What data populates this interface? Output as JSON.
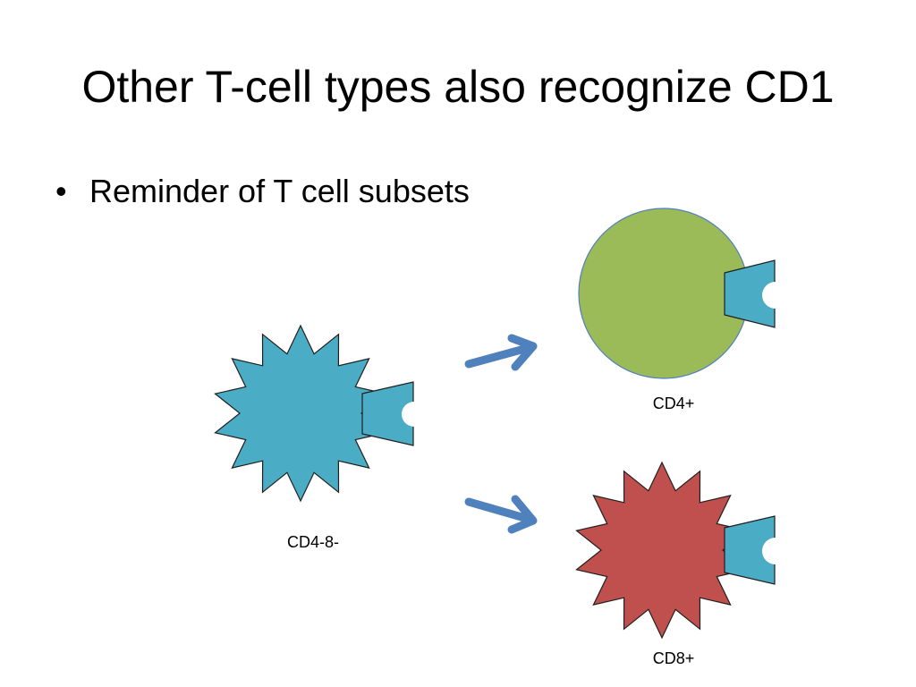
{
  "slide": {
    "title": "Other T-cell types also recognize CD1",
    "bullet_symbol": "•",
    "bullets": [
      "Reminder of T cell subsets"
    ]
  },
  "diagram": {
    "cells": [
      {
        "id": "cd4-8",
        "label": "CD4-8-",
        "shape": "star",
        "color": "#4bacc6"
      },
      {
        "id": "cd4",
        "label": "CD4+",
        "shape": "circle",
        "color": "#9bbb59"
      },
      {
        "id": "cd8",
        "label": "CD8+",
        "shape": "star",
        "color": "#c0504d"
      }
    ],
    "receptor_color": "#4bacc6",
    "arrow_color": "#4f81bd",
    "arrows": [
      {
        "from": "cd4-8",
        "to": "cd4"
      },
      {
        "from": "cd4-8",
        "to": "cd8"
      }
    ]
  }
}
